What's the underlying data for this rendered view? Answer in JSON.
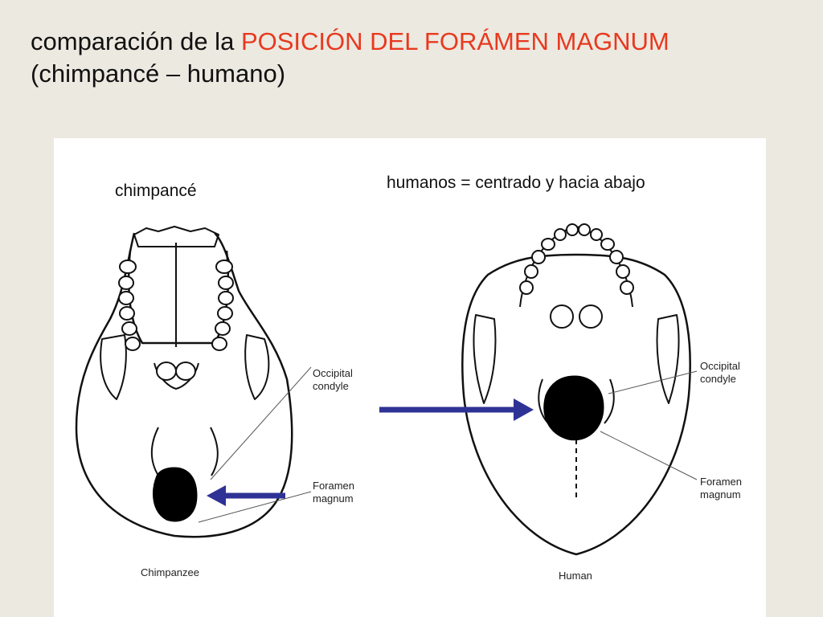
{
  "slide": {
    "title_prefix": "comparación de la ",
    "title_highlight": "POSICIÓN DEL FORÁMEN MAGNUM",
    "title_line2": "(chimpancé – humano)",
    "accent_color": "#e8391e",
    "arrow_color": "#2f3295"
  },
  "chimp": {
    "label": "chimpancé",
    "callout_condyle_line1": "Occipital",
    "callout_condyle_line2": "condyle",
    "callout_foramen_line1": "Foramen",
    "callout_foramen_line2": "magnum",
    "caption": "Chimpanzee"
  },
  "human": {
    "label": "humanos = centrado y hacia abajo",
    "callout_condyle_line1": "Occipital",
    "callout_condyle_line2": "condyle",
    "callout_foramen_line1": "Foramen",
    "callout_foramen_line2": "magnum",
    "caption": "Human"
  }
}
